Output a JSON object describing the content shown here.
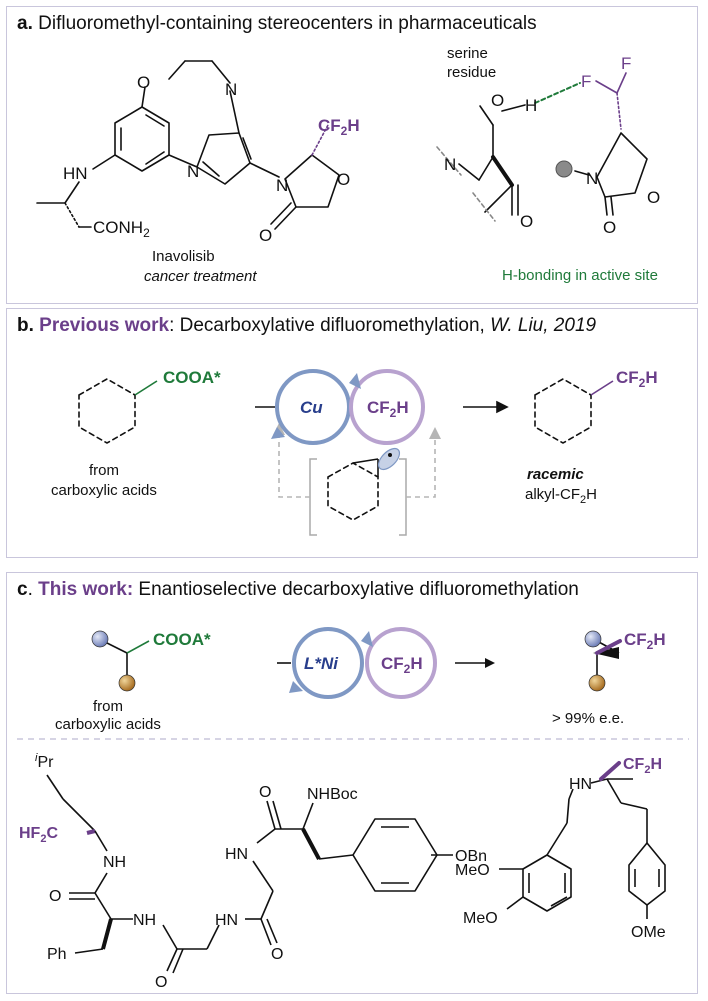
{
  "panel_a": {
    "letter": "a.",
    "title": "Difluoromethyl-containing stereocenters in pharmaceuticals",
    "drug_name": "Inavolisib",
    "drug_use": "cancer treatment",
    "serine_label_1": "serine",
    "serine_label_2": "residue",
    "hbond_caption": "H-bonding in active site",
    "atoms": {
      "O": "O",
      "N": "N",
      "H": "H",
      "F": "F",
      "HN": "HN",
      "CONH": "CONH",
      "sub2": "2",
      "CF": "CF",
      "Hafter": "H"
    }
  },
  "panel_b": {
    "letter": "b.",
    "title_bold": "Previous work",
    "title_rest": ": Decarboxylative difluoromethylation, ",
    "title_citation": "W. Liu, 2019",
    "cooa": "COOA*",
    "from_1": "from",
    "from_2": "carboxylic acids",
    "cu": "Cu",
    "cf2h": "CF",
    "cf2h_sub": "2",
    "cf2h_h": "H",
    "racemic": "racemic",
    "alkyl": "alkyl-CF",
    "alkyl_sub": "2",
    "alkyl_h": "H"
  },
  "panel_c": {
    "letter": "c",
    "title_bold": "This work:",
    "title_rest": " Enantioselective decarboxylative difluoromethylation",
    "cooa": "COOA*",
    "from_1": "from",
    "from_2": "carboxylic acids",
    "lni": "L*Ni",
    "cf2h": "CF",
    "cf2h_sub": "2",
    "cf2h_h": "H",
    "ee": "> 99% e.e.",
    "peptide": {
      "ipr_sup": "i",
      "ipr": "Pr",
      "hf2c_hf": "HF",
      "hf2c_sub": "2",
      "hf2c_c": "C",
      "nh": "NH",
      "hn": "HN",
      "o": "O",
      "nhboc": "NHBoc",
      "obn": "OBn",
      "ph": "Ph"
    },
    "amine": {
      "hn": "HN",
      "meo": "MeO",
      "ome": "OMe"
    }
  },
  "colors": {
    "purple": "#6b3f8a",
    "green": "#1f7a3a",
    "cu_blue": "#7f98c4",
    "ni_purple": "#b8a2cf",
    "gray_dash": "#b5b5b5",
    "panel_border": "#c9c6dc",
    "ni_text": "#283e8c"
  }
}
